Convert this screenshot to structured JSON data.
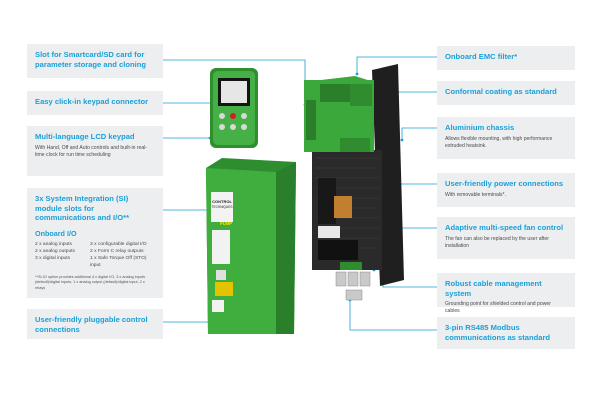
{
  "left_callouts": [
    {
      "title": "Slot for Smartcard/SD card for parameter storage and cloning"
    },
    {
      "title": "Easy click-in keypad connector"
    },
    {
      "title": "Multi-language LCD keypad",
      "desc": "With Hand, Off and Auto controls and built-in real-time clock for run time scheduling"
    },
    {
      "title": "3x System Integration (SI) module slots for communications and I/O**",
      "onboard_title": "Onboard I/O",
      "io_left": [
        "2 x analog inputs",
        "2 x analog outputs",
        "3 x digital inputs"
      ],
      "io_right": [
        "3 x configurable digital I/O",
        "2 x Form C relay outputs",
        "1 x Safe Torque Off (STO) input"
      ],
      "footnote": "**SI-IO option provides additional 4 x digital I/O, 3 x analog inputs (default)/digital inputs, 1 x analog output (default)/digital input, 2 x relays"
    },
    {
      "title": "User-friendly pluggable control connections"
    }
  ],
  "right_callouts": [
    {
      "title": "Onboard EMC filter*"
    },
    {
      "title": "Conformal coating as standard"
    },
    {
      "title": "Aluminium chassis",
      "desc": "Allows flexible mounting, with high performance extruded heatsink."
    },
    {
      "title": "User-friendly power connections",
      "desc": "With removable terminals*."
    },
    {
      "title": "Adaptive multi-speed fan control",
      "desc": "The fan can also be replaced by the user after installation"
    },
    {
      "title": "Robust cable management system",
      "desc": "Grounding point for shielded control and power cables"
    },
    {
      "title": "3-pin RS485 Modbus communications as standard"
    }
  ],
  "product": {
    "brand_line1": "CONTROL",
    "brand_line2": "TECHNIQUES",
    "model_label": "PUMP",
    "keypad_buttons": [
      "hand",
      "off",
      "auto",
      "up",
      "down",
      "enter"
    ]
  },
  "colors": {
    "accent": "#1aa0d8",
    "drive_green": "#3aa83a",
    "callout_bg": "#eceef0",
    "heatsink": "#1f1f1f"
  }
}
